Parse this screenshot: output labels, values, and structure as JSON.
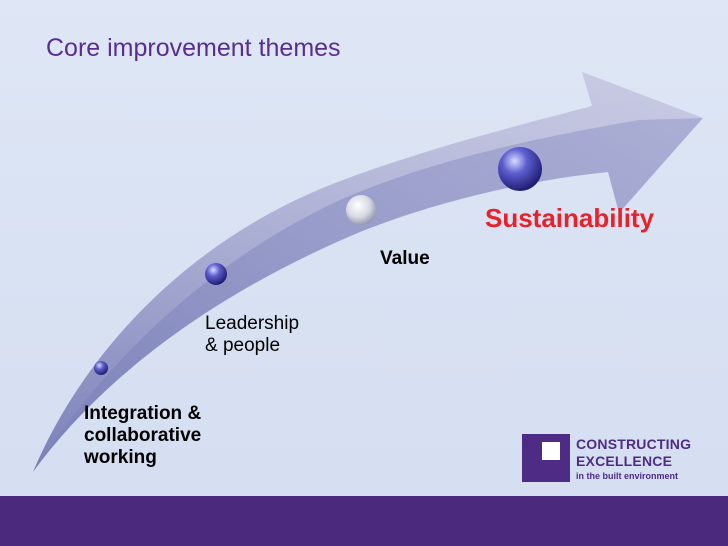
{
  "slide": {
    "title": "Core improvement themes"
  },
  "milestones": [
    {
      "label": "Integration &\ncollaborative\nworking"
    },
    {
      "label": "Leadership\n& people"
    },
    {
      "label": "Value"
    },
    {
      "label": "Sustainability"
    }
  ],
  "logo": {
    "line1": "CONSTRUCTING",
    "line2": "EXCELLENCE",
    "tagline": "in the built environment"
  },
  "colors": {
    "title": "#5a2d90",
    "highlight": "#e8222a",
    "brand": "#4e2c86",
    "arrow": "#8a8dbf"
  }
}
